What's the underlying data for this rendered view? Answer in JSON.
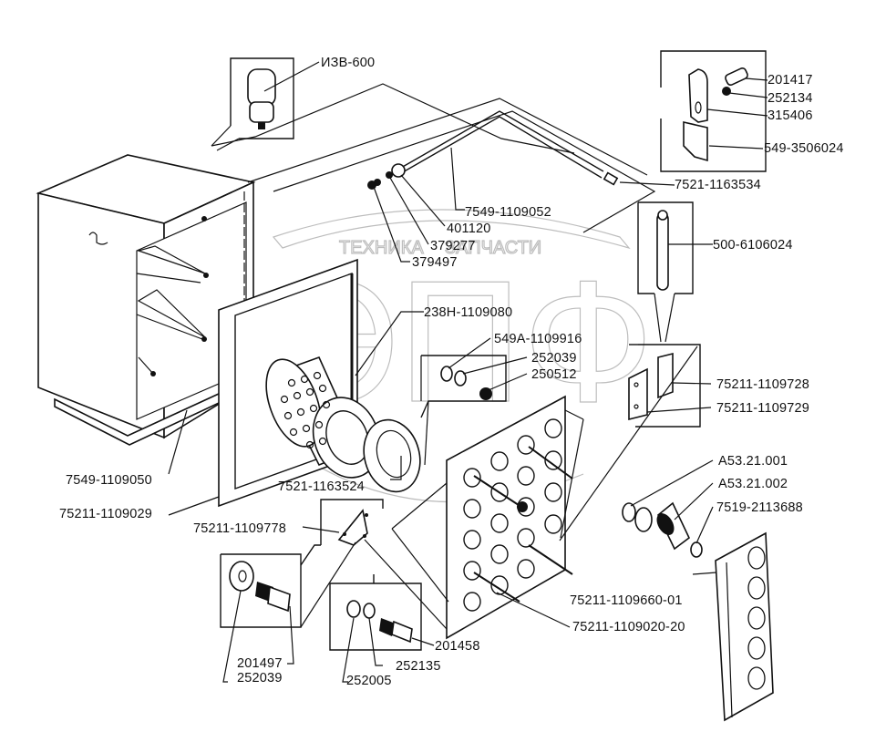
{
  "watermark": {
    "logo_text": "ЭПФ",
    "left_text": "ТЕХНИКА",
    "right_text": "ЗАПЧАСТИ",
    "color": "#bdbdbd"
  },
  "colors": {
    "ink": "#111111",
    "background": "#ffffff"
  },
  "parts": [
    {
      "id": "izv600",
      "label": "ИЗВ-600"
    },
    {
      "id": "p201417",
      "label": "201417"
    },
    {
      "id": "p252134",
      "label": "252134"
    },
    {
      "id": "p315406",
      "label": "315406"
    },
    {
      "id": "p549_3506024",
      "label": "549-3506024"
    },
    {
      "id": "p7521_1163534",
      "label": "7521-1163534"
    },
    {
      "id": "p7549_1109052",
      "label": "7549-1109052"
    },
    {
      "id": "p401120",
      "label": "401120"
    },
    {
      "id": "p379277",
      "label": "379277"
    },
    {
      "id": "p379497",
      "label": "379497"
    },
    {
      "id": "p500_6106024",
      "label": "500-6106024"
    },
    {
      "id": "p238h_1109080",
      "label": "238Н-1109080"
    },
    {
      "id": "p549a_1109916",
      "label": "549А-1109916"
    },
    {
      "id": "p252039a",
      "label": "252039"
    },
    {
      "id": "p250512",
      "label": "250512"
    },
    {
      "id": "p75211_1109728",
      "label": "75211-1109728"
    },
    {
      "id": "p75211_1109729",
      "label": "75211-1109729"
    },
    {
      "id": "pa53_21_001",
      "label": "А53.21.001"
    },
    {
      "id": "pa53_21_002",
      "label": "А53.21.002"
    },
    {
      "id": "p7519_2113688",
      "label": "7519-2113688"
    },
    {
      "id": "p7549_1109050",
      "label": "7549-1109050"
    },
    {
      "id": "p7521_1163524",
      "label": "7521-1163524"
    },
    {
      "id": "p75211_1109029",
      "label": "75211-1109029"
    },
    {
      "id": "p75211_1109778",
      "label": "75211-1109778"
    },
    {
      "id": "p75211_1109660_01",
      "label": "75211-1109660-01"
    },
    {
      "id": "p75211_1109020_20",
      "label": "75211-1109020-20"
    },
    {
      "id": "p201458",
      "label": "201458"
    },
    {
      "id": "p201497",
      "label": "201497"
    },
    {
      "id": "p252039b",
      "label": "252039"
    },
    {
      "id": "p252135",
      "label": "252135"
    },
    {
      "id": "p252005",
      "label": "252005"
    }
  ]
}
